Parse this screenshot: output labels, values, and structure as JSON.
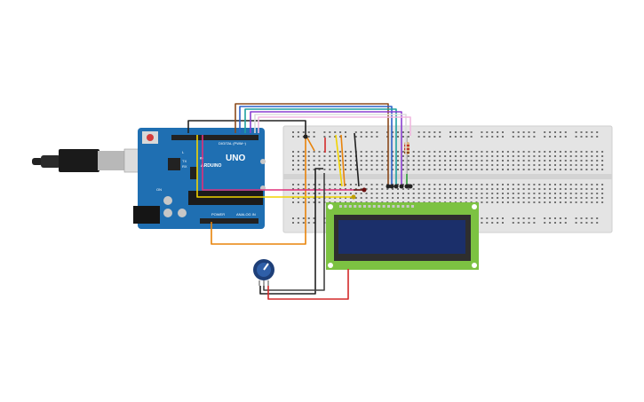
{
  "arduino": {
    "brand": "ARDUINO",
    "model": "UNO",
    "digital_label": "DIGITAL (PWM~)",
    "power_label": "POWER",
    "analog_label": "ANALOG IN",
    "tx_label": "TX",
    "rx_label": "RX",
    "l_label": "L",
    "on_label": "ON",
    "board_color": "#1f6fb2"
  },
  "lcd": {
    "board_color": "#7cc242",
    "screen_color": "#1b2f6a"
  },
  "breadboard": {
    "body_color": "#e4e4e4"
  },
  "wire_colors": {
    "black": "#222222",
    "brown": "#8b4a1c",
    "blue": "#2d62c8",
    "teal": "#1ea0a0",
    "purple": "#8a3fd0",
    "white": "#dddddd",
    "orange": "#e8830a",
    "yellow": "#f2d400",
    "red": "#d42a2a",
    "green": "#2b9a3a"
  }
}
